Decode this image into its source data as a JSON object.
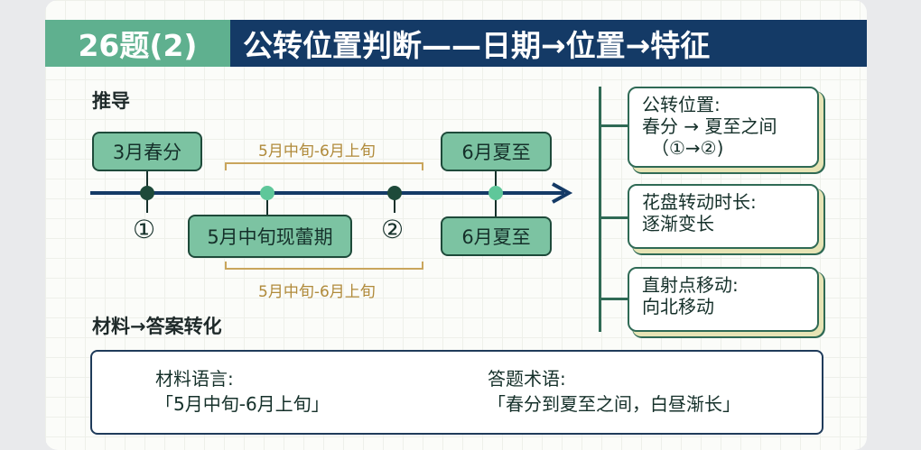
{
  "header": {
    "tag": "26题(2)",
    "title": "公转位置判断——日期→位置→特征"
  },
  "derivation": {
    "title": "推导",
    "top_boxes": [
      "3月春分",
      "6月夏至"
    ],
    "bottom_boxes": [
      "5月中旬现蕾期",
      "6月夏至"
    ],
    "markers": [
      "①",
      "②"
    ],
    "top_range": "5月中旬-6月上旬",
    "bottom_range": "5月中旬-6月上旬"
  },
  "notes": [
    {
      "lines": [
        "公转位置:",
        "春分 → 夏至之间",
        "（①→②)"
      ]
    },
    {
      "lines": [
        "花盘转动时长:",
        "逐渐变长"
      ]
    },
    {
      "lines": [
        "直射点移动:",
        "向北移动"
      ]
    }
  ],
  "conversion": {
    "title": "材料→答案转化",
    "left_label": "材料语言:",
    "left_value": "「5月中旬-6月上旬」",
    "right_label": "答题术语:",
    "right_value": "「春分到夏至之间，白昼渐长」"
  },
  "colors": {
    "navy": "#143a66",
    "green": "#5fb08f",
    "box": "#7cc3a2",
    "dark": "#1e4a3a",
    "gold": "#c9a55c"
  }
}
